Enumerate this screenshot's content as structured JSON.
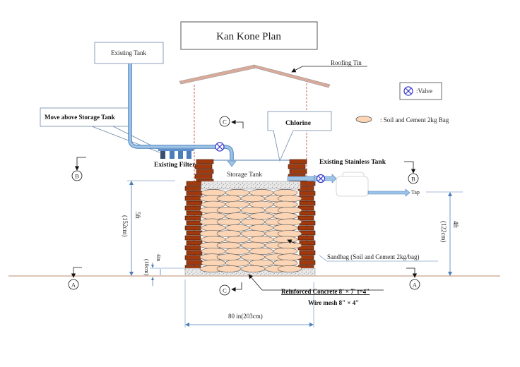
{
  "title": "Kan Kone Plan",
  "labels": {
    "existing_tank": "Existing Tank",
    "move_above": "Move above Storage Tank",
    "existing_filter": "Existing Filter",
    "chlorine": "Chlorine",
    "storage_tank": "Storage Tank",
    "existing_stainless_tank": "Existing Stainless Tank",
    "tap": "Tap",
    "roofing_tin": "Roofing Tin",
    "sandbag": "Sandbag (Soil and Cement 2kg/bag)",
    "reinforced_concrete": "Reinforced Concrete   8' × 7'    t=4\"",
    "wire_mesh": "Wire mesh 8\" × 4\"",
    "width_dim": "80 in(203cm)",
    "height_left_ft": "5ft",
    "height_left_cm": "(152cm)",
    "height_right_ft": "4ft",
    "height_right_cm": "(122cm)",
    "base_in": "4in",
    "base_cm": "(10cm)"
  },
  "legend": {
    "valve": ":Valve",
    "bag": ": Soil and Cement 2kg Bag"
  },
  "section_markers": {
    "a": "A",
    "b": "B",
    "c": "C"
  },
  "colors": {
    "pipe": "#9dc3e6",
    "pipe_edge": "#4a7ebb",
    "brick": "#a0390e",
    "bag": "#fbd5b5",
    "roof": "#d9a99a",
    "ground": "#c8a58c",
    "valve": "#3333cc"
  }
}
